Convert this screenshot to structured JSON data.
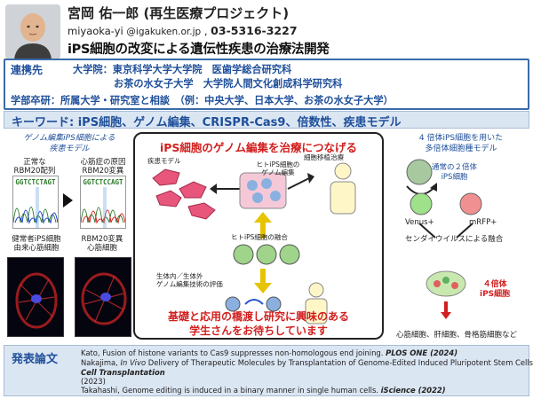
{
  "header": {
    "name": "宮岡 佑一郎 (再生医療プロジェクト)",
    "email": "miyaoka-yi",
    "email_domain": "@igakuken.or.jp",
    "sep": " , ",
    "phone": "03-5316-3227",
    "project_title": "iPS細胞の改変による遺伝性疾患の治療法開発"
  },
  "collab": {
    "label": "連携先",
    "line1": "大学院：東京科学大学大学院　医歯学総合研究科",
    "line2": "お茶の水女子大学　大学院人間文化創成科学研究科",
    "line3": "学部卒研：所属大学・研究室と相談　（例：中央大学、日本大学、お茶の水女子大学）"
  },
  "keywords": "キーワード: iPS細胞、ゲノム編集、CRISPR-Cas9、倍数性、疾患モデル",
  "left": {
    "heading_line1": "ゲノム編集iPS細胞による",
    "heading_line2": "疾患モデル",
    "normal_label_1": "正常な",
    "normal_label_2": "RBM20配列",
    "mutant_label_1": "心筋症の原因",
    "mutant_label_2": "RBM20変異",
    "seq_normal": "GGTCTCTAGT",
    "seq_mutant": "GGTCTCCAGT",
    "healthy_1": "健常者iPS細胞",
    "healthy_2": "由来心筋細胞",
    "mut_1": "RBM20変異",
    "mut_2": "心筋細胞"
  },
  "center": {
    "title": "iPS細胞のゲノム編集を治療につなげる",
    "disease_model": "疾患モデル",
    "transplant": "細胞移植治療",
    "human_ips_1": "ヒトiPS細胞の",
    "human_ips_2": "ゲノム編集",
    "fusion": "ヒトiPS細胞の融合",
    "invivo_1": "生体内／生体外",
    "invivo_2": "ゲノム編集技術の評価",
    "appeal_1": "基礎と応用の橋渡し研究に興味のある",
    "appeal_2": "学生さんをお待ちしています"
  },
  "right": {
    "heading_1": "4 倍体iPS細胞を用いた",
    "heading_2": "多倍体細胞種モデル",
    "diploid_1": "通常の２倍体",
    "diploid_2": "iPS細胞",
    "venus": "Venus+",
    "mrfp": "mRFP+",
    "sendai": "センダイウイルスによる融合",
    "tetraploid_1": "４倍体",
    "tetraploid_2": "iPS細胞",
    "lineages": "心筋細胞、肝細胞、骨格筋細胞など"
  },
  "pubs": {
    "label": "発表論文",
    "p1_text": "Kato, Fusion of histone variants to Cas9 suppresses non-homologous end joining. ",
    "p1_journal": "PLOS ONE (2024)",
    "p2_text_a": "Nakajima, ",
    "p2_invivo": "In Vivo",
    "p2_text_b": " Delivery of Therapeutic Molecules by Transplantation of Genome-Edited Induced Pluripotent Stem Cells.",
    "p2_journal": "Cell Transplantation",
    "p2_year": "(2023)",
    "p3_text": "Takahashi, Genome editing is induced in a binary manner in single human cells. ",
    "p3_journal": "iScience (2022)"
  },
  "colors": {
    "accent_blue": "#1f4f9a",
    "accent_red": "#d21f1f",
    "panel_bg": "#dbe6f3"
  }
}
